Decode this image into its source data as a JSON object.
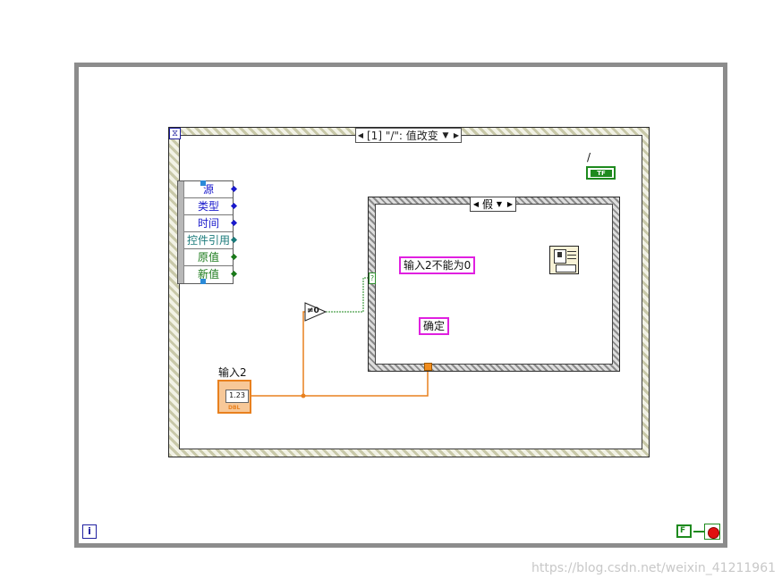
{
  "event_structure": {
    "selector_label": "[1] \"/\": 值改变"
  },
  "event_data_node": {
    "items": [
      {
        "label": "源",
        "color": "#1a1acc"
      },
      {
        "label": "类型",
        "color": "#1a1acc"
      },
      {
        "label": "时间",
        "color": "#1a1acc"
      },
      {
        "label": "控件引用",
        "color": "#1a7a7a"
      },
      {
        "label": "原值",
        "color": "#1a7a1a"
      },
      {
        "label": "新值",
        "color": "#1a7a1a"
      }
    ]
  },
  "case_structure": {
    "selector_label": "假"
  },
  "not_equal_zero": {
    "label": "≠0"
  },
  "selector_tunnel": "?",
  "input2": {
    "label": "输入2",
    "value_text": "1.23",
    "type": "DBL"
  },
  "bool_indicator": {
    "label": "/",
    "text": "TF"
  },
  "message_constant": "输入2不能为0",
  "button_constant": "确定",
  "iteration_terminal": "i",
  "false_constant": "F",
  "watermark": "https://blog.csdn.net/weixin_41211961",
  "colors": {
    "numeric_wire": "#e8801e",
    "boolean_wire": "#1e8a1e",
    "string_wire": "#e020e0",
    "loop_border": "#8c8c8c"
  }
}
